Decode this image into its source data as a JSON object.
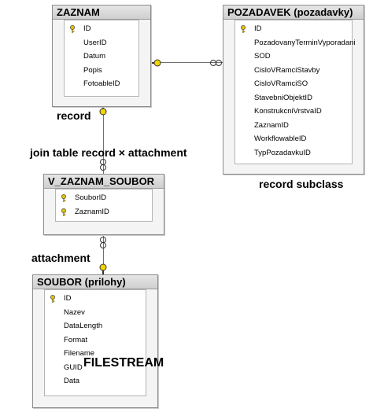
{
  "tables": {
    "zaznam": {
      "title": "ZAZNAM",
      "columns": [
        {
          "name": "ID",
          "pk": true
        },
        {
          "name": "UserID",
          "pk": false
        },
        {
          "name": "Datum",
          "pk": false
        },
        {
          "name": "Popis",
          "pk": false
        },
        {
          "name": "FotoableID",
          "pk": false
        }
      ]
    },
    "pozadavek": {
      "title": "POZADAVEK (pozadavky)",
      "columns": [
        {
          "name": "ID",
          "pk": true
        },
        {
          "name": "PozadovanyTerminVyporadani",
          "pk": false
        },
        {
          "name": "SOD",
          "pk": false
        },
        {
          "name": "CisloVRamciStavby",
          "pk": false
        },
        {
          "name": "CisloVRamciSO",
          "pk": false
        },
        {
          "name": "StavebniObjektID",
          "pk": false
        },
        {
          "name": "KonstrukcniVrstvaID",
          "pk": false
        },
        {
          "name": "ZaznamID",
          "pk": false
        },
        {
          "name": "WorkflowableID",
          "pk": false
        },
        {
          "name": "TypPozadavkuID",
          "pk": false
        }
      ]
    },
    "vzs": {
      "title": "V_ZAZNAM_SOUBOR",
      "columns": [
        {
          "name": "SouborID",
          "pk": true
        },
        {
          "name": "ZaznamID",
          "pk": true
        }
      ]
    },
    "soubor": {
      "title": "SOUBOR (prilohy)",
      "columns": [
        {
          "name": "ID",
          "pk": true
        },
        {
          "name": "Nazev",
          "pk": false
        },
        {
          "name": "DataLength",
          "pk": false
        },
        {
          "name": "Format",
          "pk": false
        },
        {
          "name": "Filename",
          "pk": false
        },
        {
          "name": "GUID",
          "pk": false
        },
        {
          "name": "Data",
          "pk": false
        }
      ]
    }
  },
  "annotations": {
    "record": "record",
    "join_table": "join table record × attachment",
    "record_subclass": "record subclass",
    "attachment": "attachment",
    "filestream": "FILESTREAM"
  }
}
